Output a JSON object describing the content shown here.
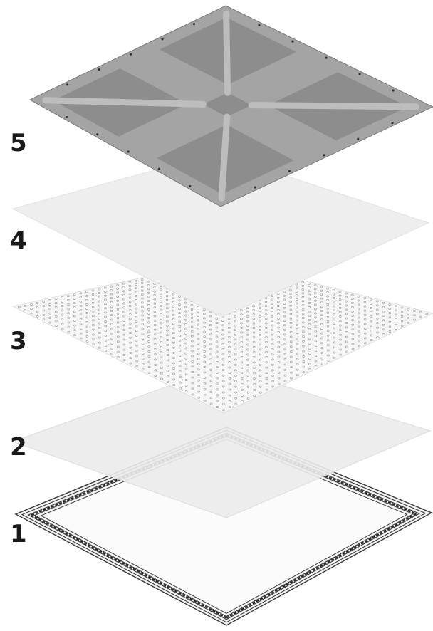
{
  "layers": [
    {
      "label": "5"
    },
    {
      "label": "4"
    },
    {
      "label": "3"
    },
    {
      "label": "2"
    },
    {
      "label": "1"
    }
  ],
  "colors": {
    "background": "#ffffff",
    "back_plate": "#a4a4a4",
    "back_plate_recess": "#8d8d8d",
    "back_plate_rib": "#bdbdbd",
    "back_plate_edge": "#7a7a7a",
    "diffuser": "#eeeeee",
    "dot_sheet": "#f6f6f6",
    "dot_stroke": "#9a9a9a",
    "light_guide": "#ebebeb",
    "frame_outline": "#3a3a3a",
    "frame_face": "#f3f3f3",
    "led_strip": "#2a2a2a",
    "label_text": "#1a1a1a"
  },
  "icons": [
    "back-plate",
    "diffuser-sheet",
    "dot-pattern-sheet",
    "light-guide-panel",
    "led-frame"
  ]
}
